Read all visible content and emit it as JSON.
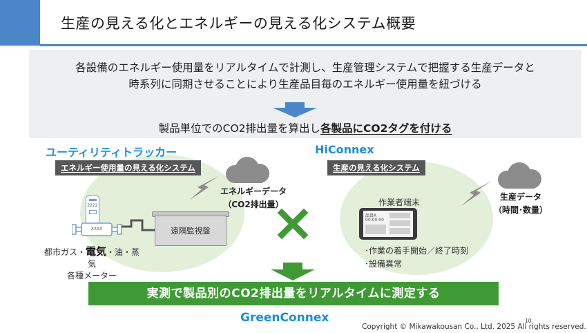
{
  "header": {
    "title": "生産の見える化とエネルギーの見える化システム概要",
    "accent_color": "#4a86c8"
  },
  "intro": {
    "line1": "各設備のエネルギー使用量をリアルタイムで計測し、生産管理システムで把握する生産データと",
    "line2": "時系列に同期させることにより生産品目毎のエネルギー使用量を紐づける"
  },
  "result": {
    "text": "製品単位でのCO2排出量を算出し",
    "emphasis": "各製品にCO2タグを付ける"
  },
  "left_system": {
    "title": "ユーティリティトラッカー",
    "badge": "エネルギー使用量の見える化システム",
    "cloud_label_1": "エネルギーデータ",
    "cloud_label_2": "（CO2排出量）",
    "meter_display_1": "2222",
    "meter_display_2": "XXXX",
    "monitor_label": "遠隔監視盤",
    "caption_pre": "都市ガス・",
    "caption_big": "電気",
    "caption_post": "・油・蒸気",
    "caption_line2": "各種メーター"
  },
  "right_system": {
    "title": "HiConnex",
    "badge": "生産の見える化システム",
    "cloud_label_1": "生産データ",
    "cloud_label_2": "（時間･数量）",
    "terminal_label": "作業者端末",
    "tablet_text_1": "品目A",
    "tablet_text_2": "00:00:00",
    "bullet_1": "･作業の着手開始／終了時刻",
    "bullet_2": "･設備異常"
  },
  "conclusion": {
    "text": "実測で製品別のCO2排出量をリアルタイムに測定する",
    "color": "#3f9a35"
  },
  "brand": {
    "name": "GreenConnex",
    "color": "#1e8fd6"
  },
  "footer": {
    "page_number": "10",
    "copyright": "Copyright © Mikawakousan Co., Ltd. 2025 All rights reserved."
  },
  "icons": [
    "cloud-icon",
    "lightning-icon",
    "cross-icon",
    "arrow-down-icon",
    "meter-icon",
    "tablet-icon"
  ]
}
